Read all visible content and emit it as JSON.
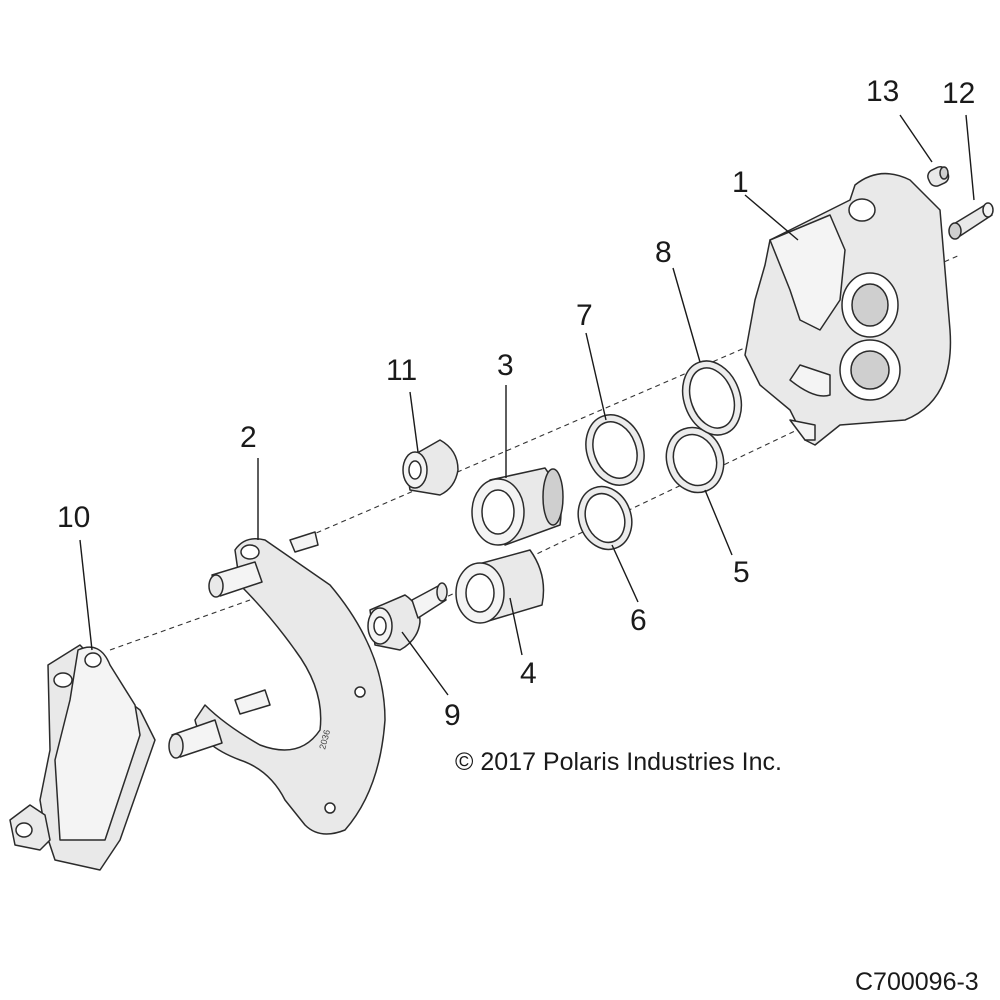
{
  "callouts": [
    "1",
    "2",
    "3",
    "4",
    "5",
    "6",
    "7",
    "8",
    "9",
    "10",
    "11",
    "12",
    "13"
  ],
  "copyright": "© 2017 Polaris Industries Inc.",
  "figure_id": "C700096-3",
  "bracket_stamp": "2036"
}
